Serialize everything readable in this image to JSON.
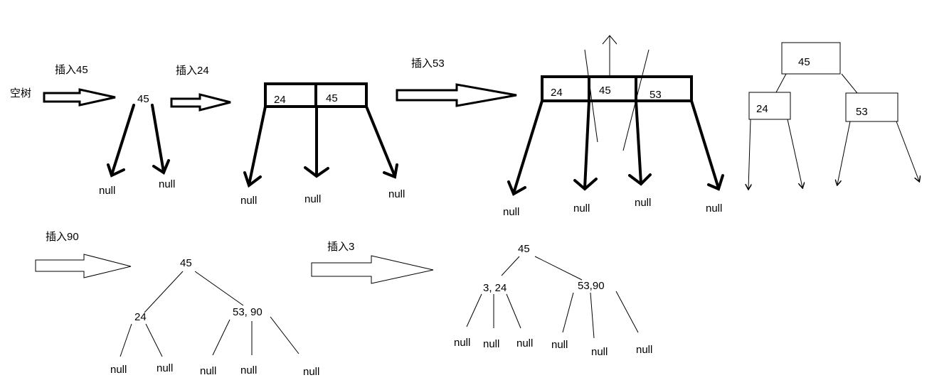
{
  "steps": {
    "empty": "空树",
    "insert45": "插入45",
    "insert24": "插入24",
    "insert53": "插入53",
    "insert90": "插入90",
    "insert3": "插入3"
  },
  "keys": {
    "k45": "45",
    "k24": "24",
    "k53": "53",
    "k24_45": "24 45",
    "k53_90_spaced": "53, 90",
    "k53_90": "53,90",
    "k3_24": "3, 24"
  },
  "null_label": "null"
}
